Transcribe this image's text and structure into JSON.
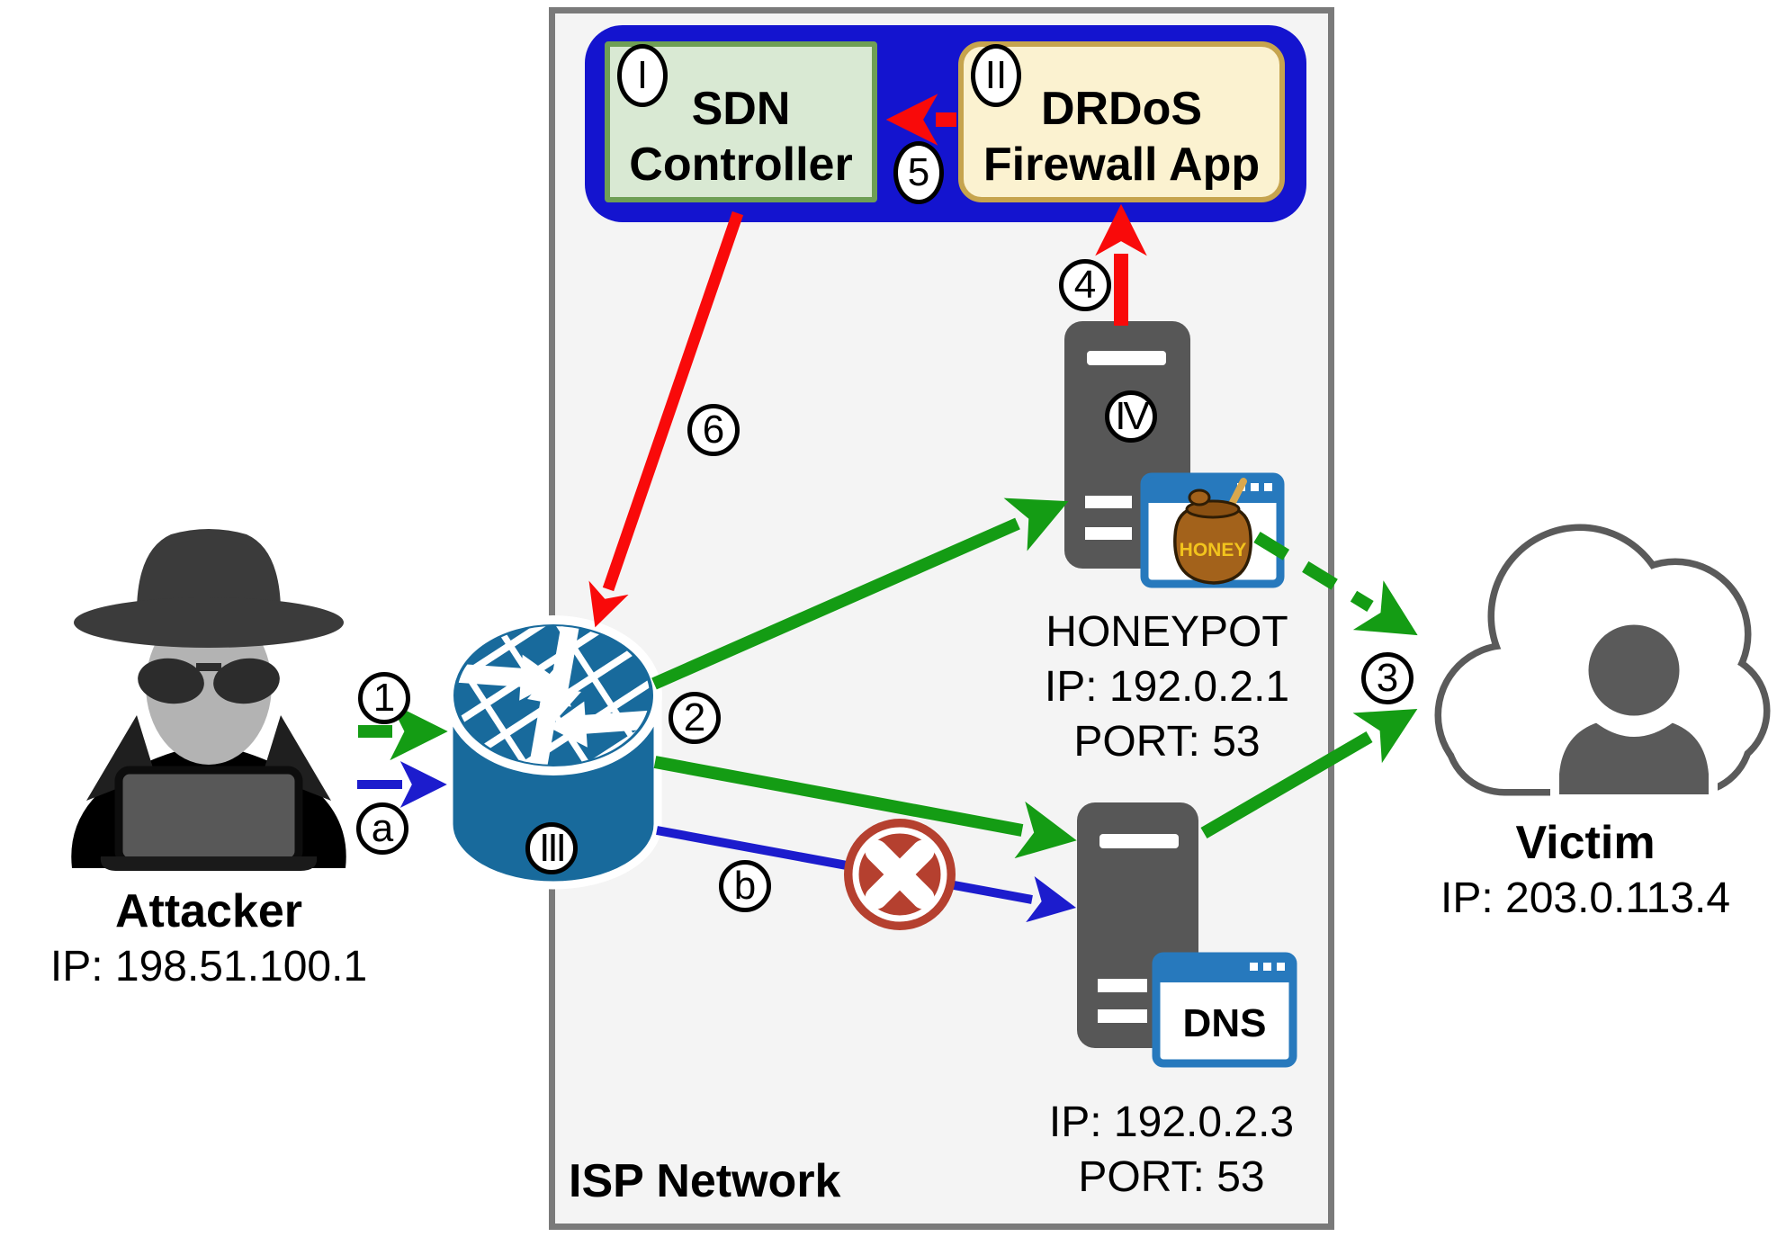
{
  "diagram_title": "ISP Network",
  "colors": {
    "arrow_green": "#149c14",
    "arrow_blue": "#1c1ccd",
    "arrow_red": "#f90a0a",
    "panel_blue": "#1414cf",
    "switch_blue": "#186a9c",
    "server_gray": "#575757",
    "cloud_gray": "#5a5a5a",
    "window_blue": "#2779bd",
    "x_red": "#b5402f",
    "isp_fill": "#f4f4f4",
    "isp_border": "#7a7a7a",
    "sdn_fill": "#d9e9d3",
    "sdn_border": "#6f9f55",
    "firewall_fill": "#fbf2d0",
    "firewall_border": "#c6a44e",
    "honey_brown": "#a3621b",
    "honey_label_color": "#f2c41d"
  },
  "boxes": {
    "sdn": {
      "numeral": "I",
      "line1": "SDN",
      "line2": "Controller"
    },
    "firewall": {
      "numeral": "II",
      "line1": "DRDoS",
      "line2": "Firewall App"
    }
  },
  "nodes": {
    "attacker": {
      "name": "Attacker",
      "ip": "IP: 198.51.100.1"
    },
    "victim": {
      "name": "Victim",
      "ip": "IP: 203.0.113.4"
    },
    "switch": {
      "numeral": "III"
    },
    "honeypot": {
      "numeral": "IV",
      "name": "HONEYPOT",
      "ip": "IP: 192.0.2.1",
      "port": "PORT: 53",
      "window_label": "HONEY"
    },
    "dns": {
      "window_label": "DNS",
      "ip": "IP: 192.0.2.3",
      "port": "PORT: 53"
    }
  },
  "steps": {
    "s1": "1",
    "s2": "2",
    "s3": "3",
    "s4": "4",
    "s5": "5",
    "s6": "6",
    "sa": "a",
    "sb": "b"
  }
}
